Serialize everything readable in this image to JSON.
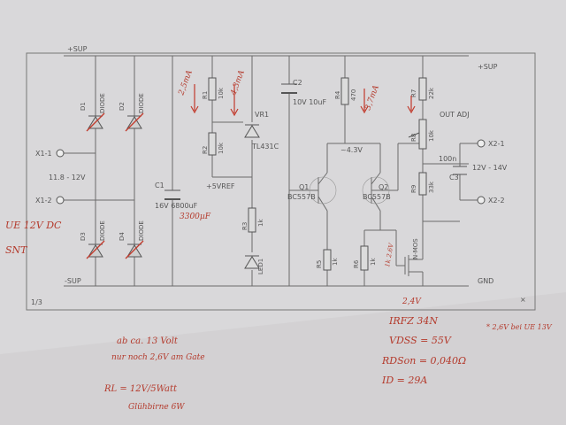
{
  "sheet": {
    "page_indicator": "1/3",
    "close_mark": "×"
  },
  "nets": {
    "sup_pos_left": "+SUP",
    "sup_pos_right": "+SUP",
    "sup_neg_left": "-SUP",
    "gnd": "GND",
    "vref": "+5VREF",
    "node_43v": "~4.3V"
  },
  "connectors": {
    "x1_1": "X1-1",
    "x1_2": "X1-2",
    "x1_range": "11.8 - 12V",
    "x2_1": "X2-1",
    "x2_2": "X2-2",
    "x2_range": "12V - 14V",
    "out_adj": "OUT\nADJ"
  },
  "components": {
    "d1": "D1",
    "d1_val": "DIODE",
    "d2": "D2",
    "d2_val": "DIODE",
    "d3": "D3",
    "d3_val": "DIODE",
    "d4": "D4",
    "d4_val": "DIODE",
    "c1": "C1",
    "c1_val": "16V 6800uF",
    "c1_note": "3300µF",
    "r1": "R1",
    "r1_val": "10k",
    "r2": "R2",
    "r2_val": "10k",
    "vr1": "VR1",
    "vr1_val": "TL431C",
    "c2": "C2",
    "c2_val": "10V 10uF",
    "r4": "R4",
    "r4_val": "470",
    "r3": "R3",
    "r3_val": "1k",
    "led1": "LED1",
    "q1": "Q1",
    "q1_val": "BC557B",
    "q2": "Q2",
    "q2_val": "BC557B",
    "r5": "R5",
    "r5_val": "1k",
    "r6": "R6",
    "r6_val": "1k",
    "nmos": "N-MOS",
    "r7": "R7",
    "r7_val": "22k",
    "r8": "R8",
    "r8_val": "10k",
    "r9": "R9",
    "r9_val": "33k",
    "c3": "C3",
    "c3_val": "100n"
  },
  "annotations": {
    "current_a": "2,5mA",
    "current_b": "4,3mA",
    "current_c": "3,7mA",
    "gate_v": "2,4V",
    "note_ue": "UE 12V DC",
    "note_snt": "SNT",
    "note_line1": "ab ca. 13 Volt",
    "note_line2": "nur noch 2,6V am Gate",
    "note_rl": "RL = 12V/5Watt",
    "note_bulb": "Glühbirne 6W",
    "mosfet_part": "IRFZ 34N",
    "vdss": "VDSS = 55V",
    "rdson": "RDSon = 0,040Ω",
    "id": "ID = 29A",
    "side_note": "* 2,6V bei UE 13V",
    "r6_note": "1k 2.6V"
  }
}
